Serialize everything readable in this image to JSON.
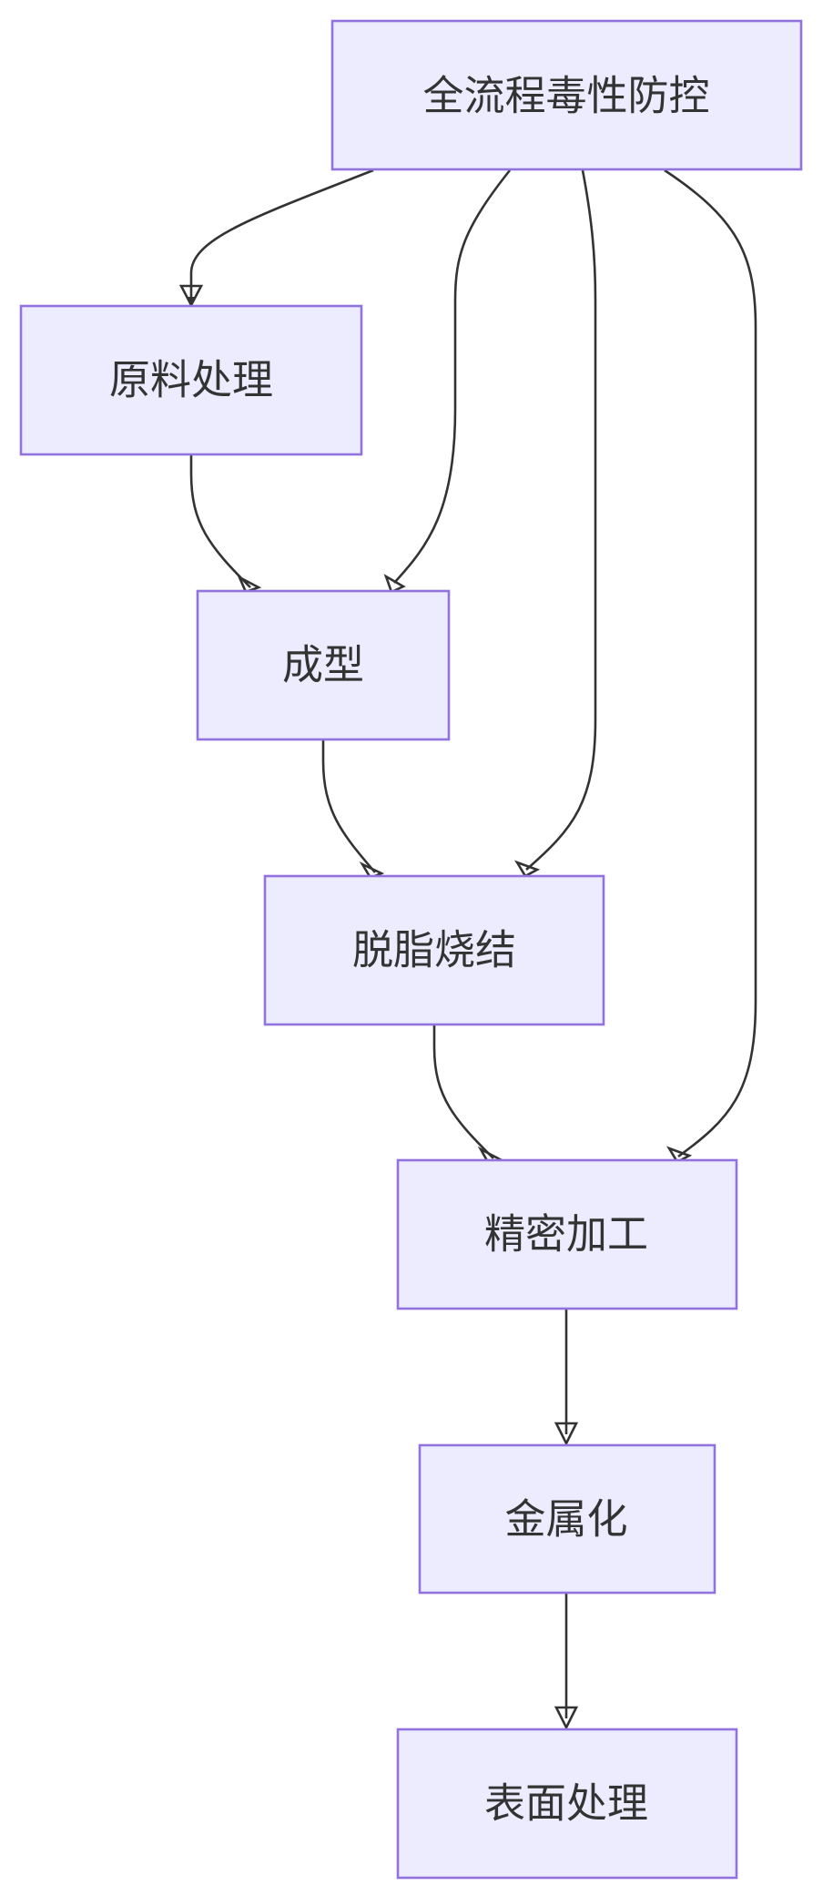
{
  "diagram": {
    "type": "flowchart",
    "colors": {
      "node_fill": "#ececfe",
      "node_border": "#9272dc",
      "edge": "#333333",
      "text": "#333333",
      "background": "#ffffff"
    },
    "nodes": {
      "root": {
        "label": "全流程毒性防控"
      },
      "raw": {
        "label": "原料处理"
      },
      "forming": {
        "label": "成型"
      },
      "debind": {
        "label": "脱脂烧结"
      },
      "machining": {
        "label": "精密加工"
      },
      "metallize": {
        "label": "金属化"
      },
      "surface": {
        "label": "表面处理"
      }
    },
    "edges": [
      {
        "from": "全流程毒性防控",
        "to": "原料处理"
      },
      {
        "from": "全流程毒性防控",
        "to": "成型"
      },
      {
        "from": "全流程毒性防控",
        "to": "脱脂烧结"
      },
      {
        "from": "全流程毒性防控",
        "to": "精密加工"
      },
      {
        "from": "原料处理",
        "to": "成型"
      },
      {
        "from": "成型",
        "to": "脱脂烧结"
      },
      {
        "from": "脱脂烧结",
        "to": "精密加工"
      },
      {
        "from": "精密加工",
        "to": "金属化"
      },
      {
        "from": "金属化",
        "to": "表面处理"
      }
    ]
  }
}
